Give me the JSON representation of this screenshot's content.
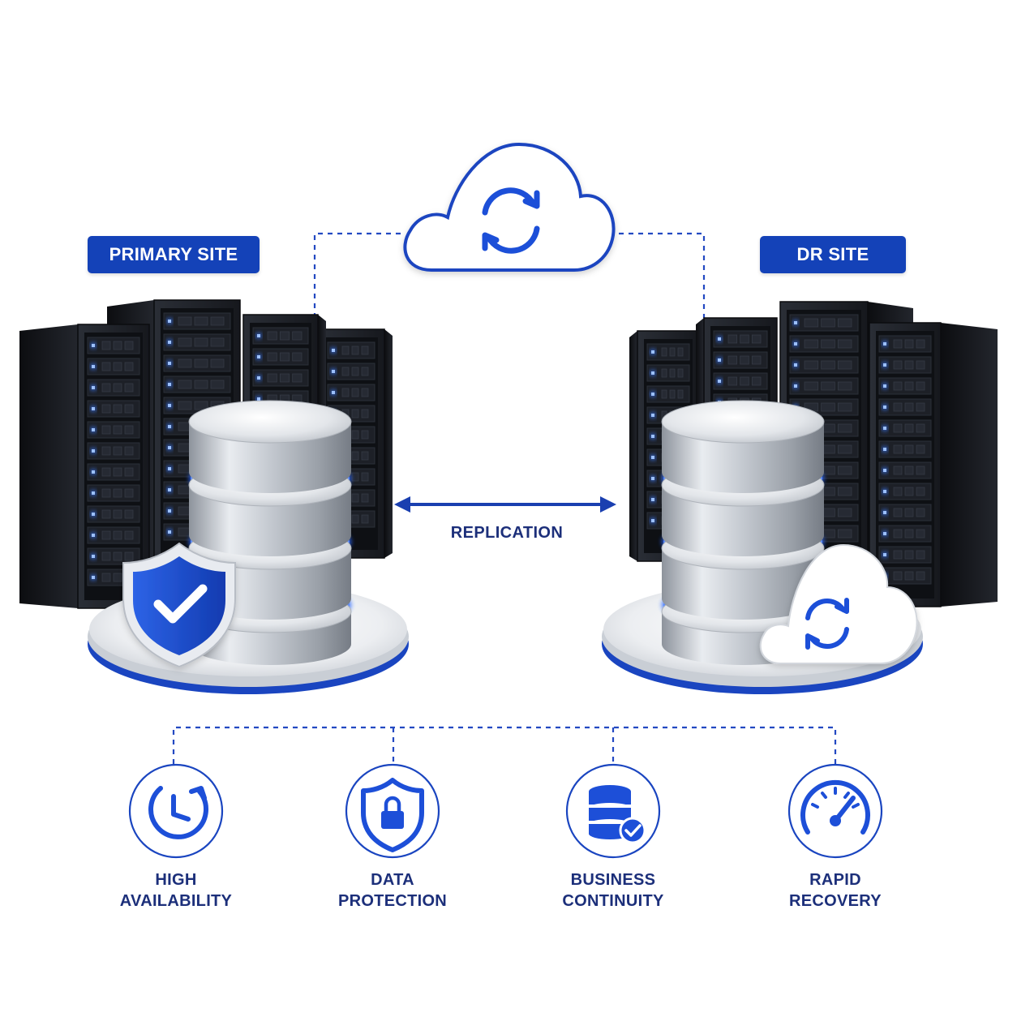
{
  "sites": {
    "primary": {
      "label": "PRIMARY SITE"
    },
    "dr": {
      "label": "DR SITE"
    }
  },
  "replication": {
    "label": "REPLICATION",
    "icon": "arrow-both-icon"
  },
  "cloud": {
    "icon": "sync-icon"
  },
  "features": [
    {
      "line1": "HIGH",
      "line2": "AVAILABILITY",
      "icon": "clock-icon"
    },
    {
      "line1": "DATA",
      "line2": "PROTECTION",
      "icon": "shield-lock-icon"
    },
    {
      "line1": "BUSINESS",
      "line2": "CONTINUITY",
      "icon": "database-check-icon"
    },
    {
      "line1": "RAPID",
      "line2": "RECOVERY",
      "icon": "speedometer-icon"
    }
  ],
  "colors": {
    "accent": "#1442b8",
    "text": "#1c2f7a",
    "glow": "#2f6bff",
    "rack": "#1b1e24"
  }
}
